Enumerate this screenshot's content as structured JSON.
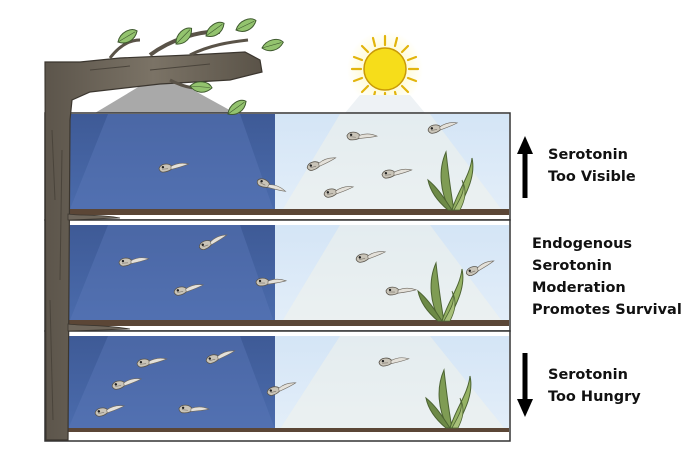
{
  "labels": {
    "top": {
      "line1": "Serotonin",
      "line2": "Too Visible",
      "arrow": "up"
    },
    "middle": {
      "line1": "Endogenous",
      "line2": "Serotonin",
      "line3": "Moderation",
      "line4": "Promotes Survival"
    },
    "bottom": {
      "line1": "Serotonin",
      "line2": "Too Hungry",
      "arrow": "down"
    }
  },
  "colors": {
    "shade": "#3f5f9e",
    "sunlit": "#dbe9f7",
    "sun": "#f6dd1a",
    "bark": "#6f675c",
    "leaf": "#8fbf6a",
    "plant": "#7d9a52",
    "sediment": "#5b4636"
  }
}
